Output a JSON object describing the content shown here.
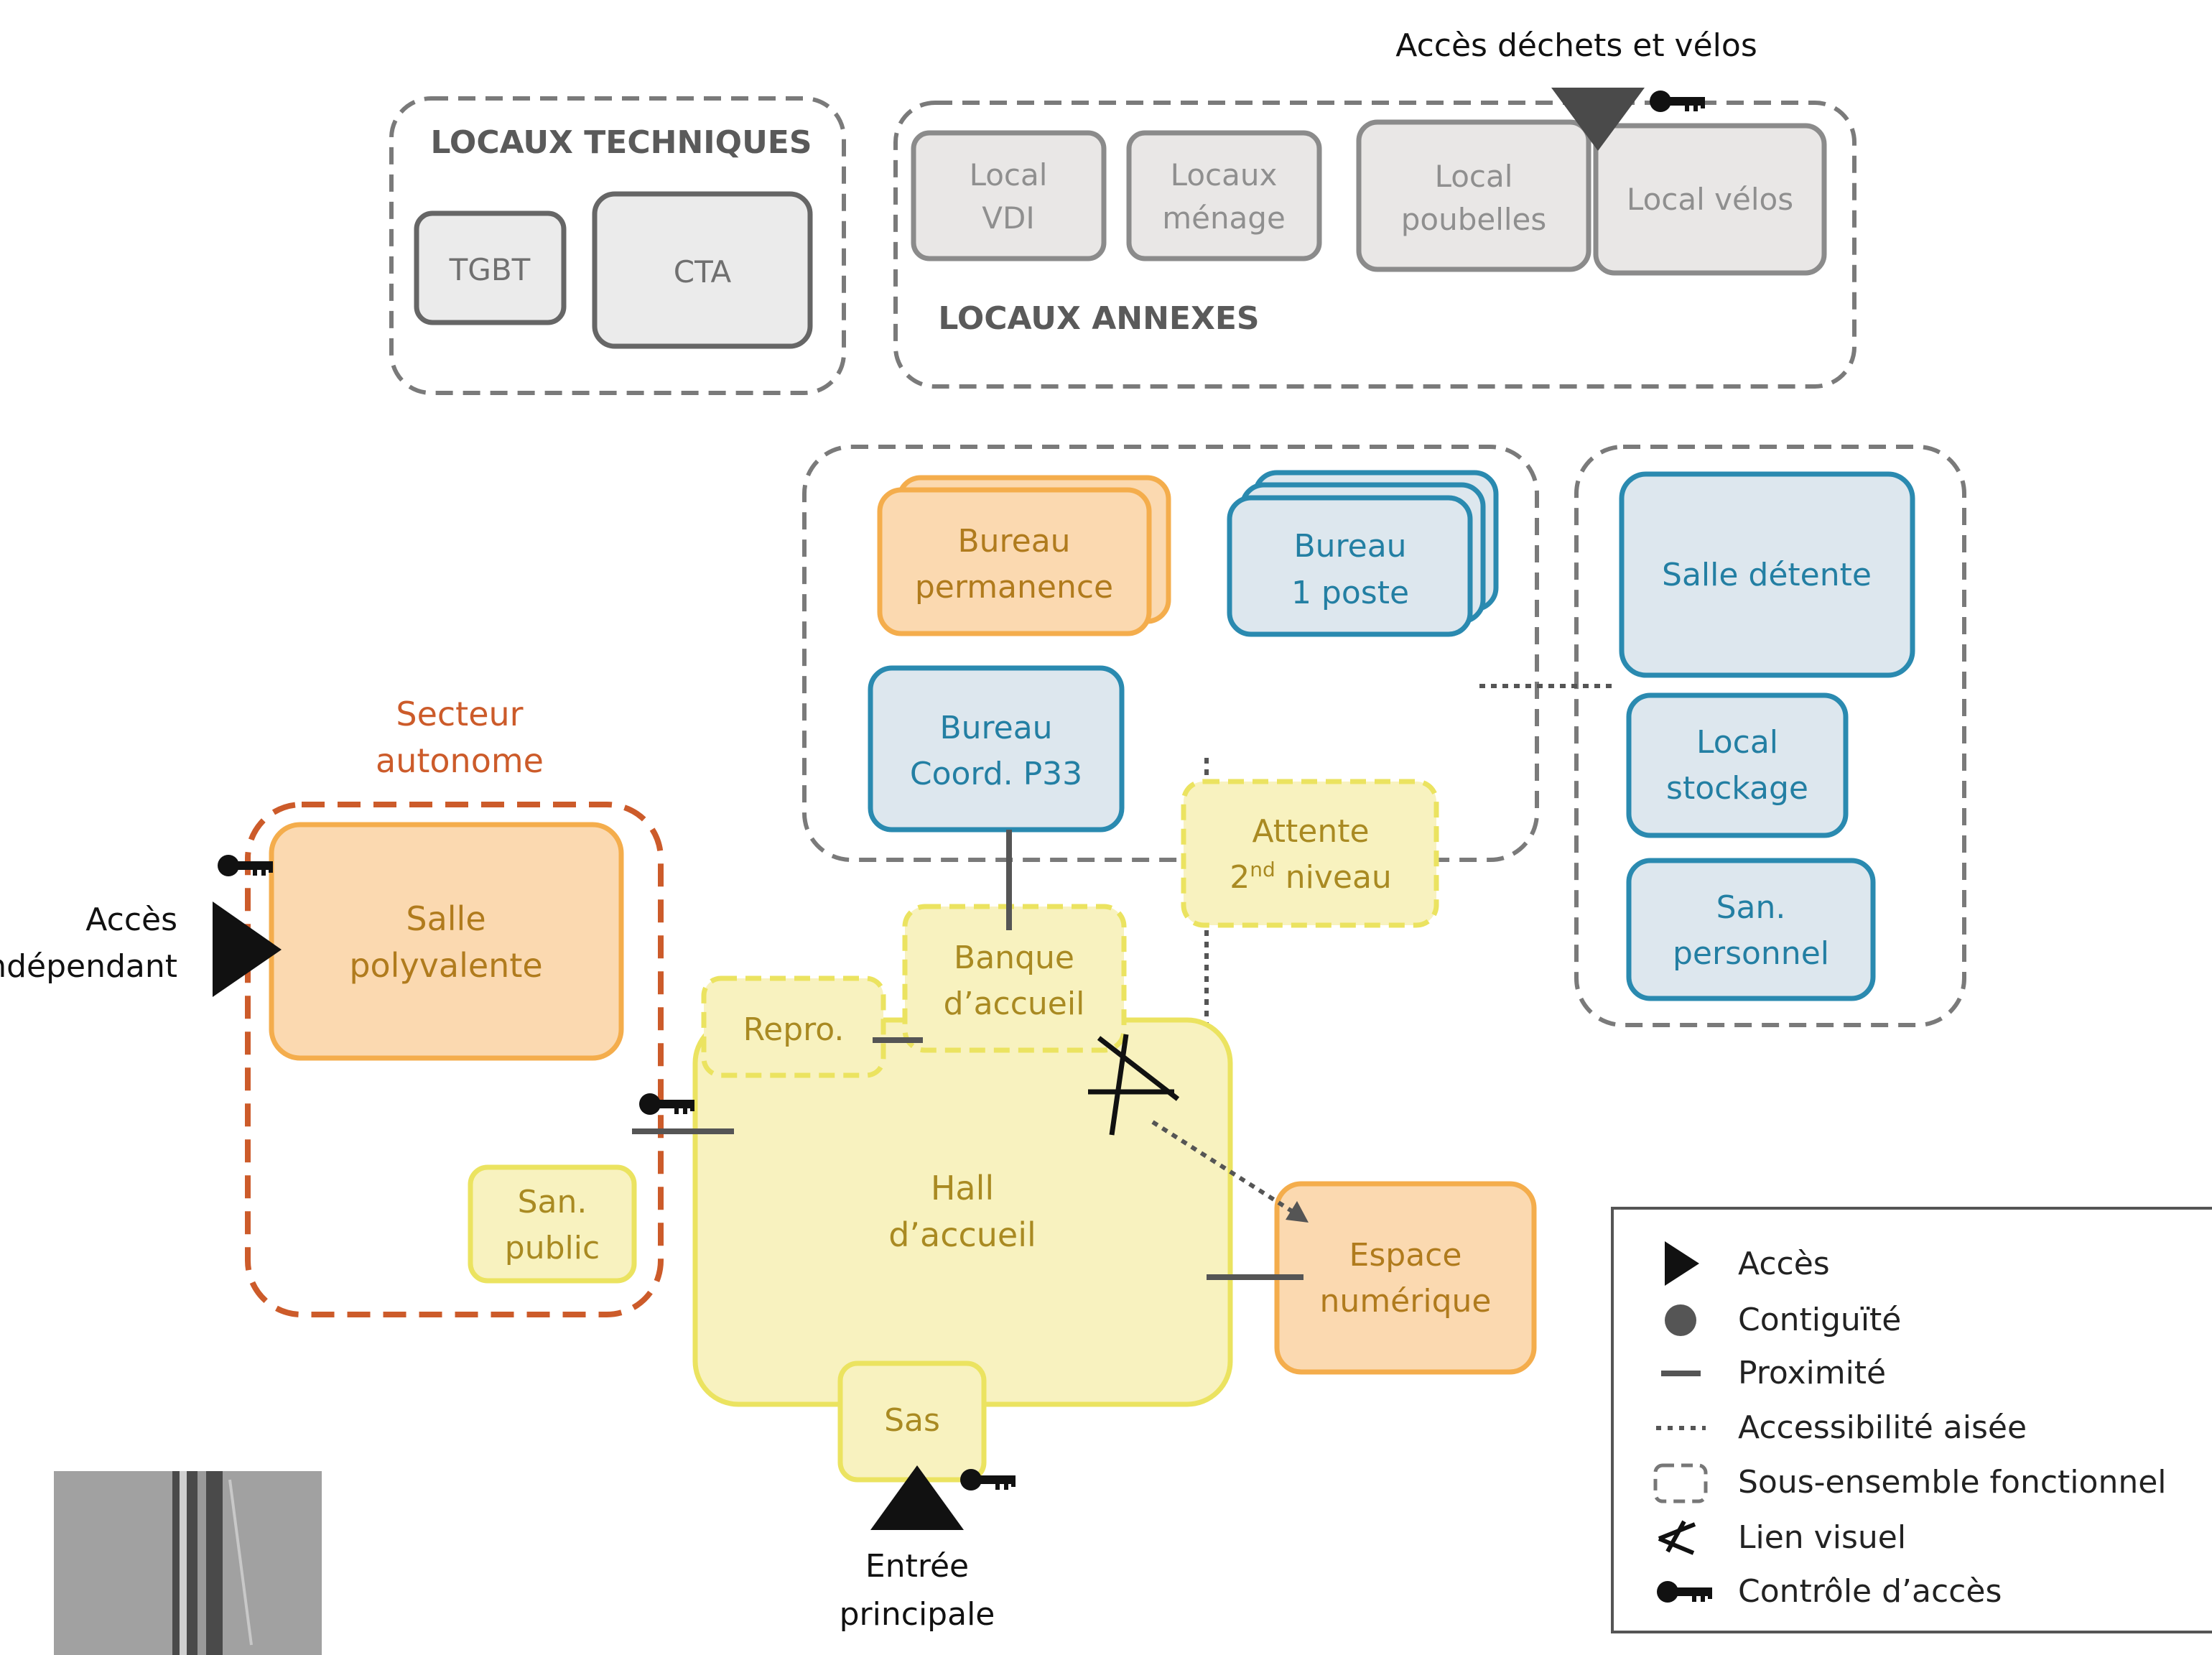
{
  "colors": {
    "dash_grey": "#7a7a7a",
    "grey_fill": "#e9e7e6",
    "grey_stroke": "#8b8b8b",
    "grey_text": "#8f8f8f",
    "grey_dark_fill": "#ebebeb",
    "grey_dark_stroke": "#666666",
    "grey_dark_text": "#707070",
    "orange_fill": "#fbd9b0",
    "orange_stroke": "#f4ad4c",
    "orange_text": "#b07b1d",
    "blue_fill": "#dde7ee",
    "blue_stroke": "#2a8ab0",
    "blue_text": "#237fa3",
    "yellow_fill": "#f8f2bf",
    "yellow_stroke": "#ebe360",
    "yellow_text": "#a98a22",
    "rust": "#cc5b2a",
    "black": "#111111",
    "legend_text": "#222222"
  },
  "groups": {
    "techniques": "LOCAUX TECHNIQUES",
    "annexes": "LOCAUX ANNEXES",
    "autonome": [
      "Secteur",
      "autonome"
    ]
  },
  "rooms": {
    "tgbt": "TGBT",
    "cta": "CTA",
    "vdi": [
      "Local",
      "VDI"
    ],
    "menage": [
      "Locaux",
      "ménage"
    ],
    "poubelles": [
      "Local",
      "poubelles"
    ],
    "velos": "Local vélos",
    "bureau_perm": [
      "Bureau",
      "permanence"
    ],
    "bureau_poste": [
      "Bureau",
      "1 poste"
    ],
    "bureau_coord": [
      "Bureau",
      "Coord. P33"
    ],
    "salle_detente": "Salle détente",
    "local_stockage": [
      "Local",
      "stockage"
    ],
    "san_personnel": [
      "San.",
      "personnel"
    ],
    "attente_pre": "Attente",
    "attente_num": "2",
    "attente_sup": "nd",
    "attente_post": " niveau",
    "salle_poly": [
      "Salle",
      "polyvalente"
    ],
    "san_public": [
      "San.",
      "public"
    ],
    "repro": "Repro.",
    "banque": [
      "Banque",
      "d’accueil"
    ],
    "hall": [
      "Hall",
      "d’accueil"
    ],
    "espace_num": [
      "Espace",
      "numérique"
    ],
    "sas": "Sas"
  },
  "labels": {
    "acces_dechets": "Accès déchets et vélos",
    "acces_independant": [
      "Accès",
      "indépendant"
    ],
    "entree_principale": [
      "Entrée",
      "principale"
    ]
  },
  "legend": {
    "acces": "Accès",
    "contiguite": "Contiguïté",
    "proximite": "Proximité",
    "accessibilite": "Accessibilité aisée",
    "sous_ensemble": "Sous-ensemble fonctionnel",
    "lien_visuel": "Lien visuel",
    "controle": "Contrôle d’accès"
  }
}
